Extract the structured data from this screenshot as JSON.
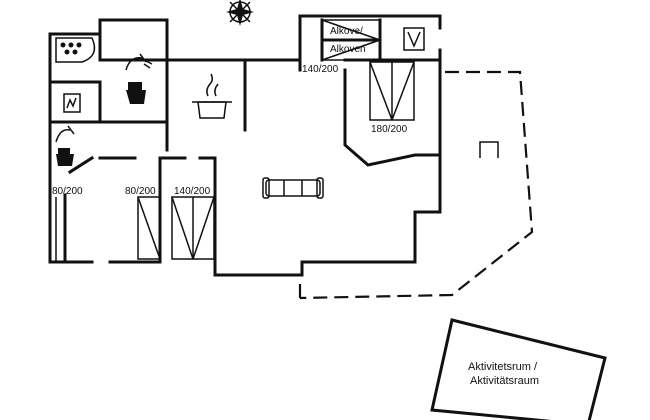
{
  "floorplan": {
    "labels": {
      "alcove_line1": "Alkove/",
      "alcove_line2": "Alkoven",
      "bed_alcove": "140/200",
      "bed_main": "180/200",
      "bed_left": "80/200",
      "bed_mid1": "80/200",
      "bed_mid2": "140/200",
      "activity_line1": "Aktivitetsrum /",
      "activity_line2": "Aktivitätsraum"
    },
    "icons": [
      "compass-icon",
      "jacuzzi-icon",
      "shower-icon",
      "toilet-icon",
      "sauna-icon",
      "washing-machine-icon",
      "cooking-pot-icon",
      "sofa-icon",
      "bed-icon",
      "dishwasher-icon"
    ]
  }
}
